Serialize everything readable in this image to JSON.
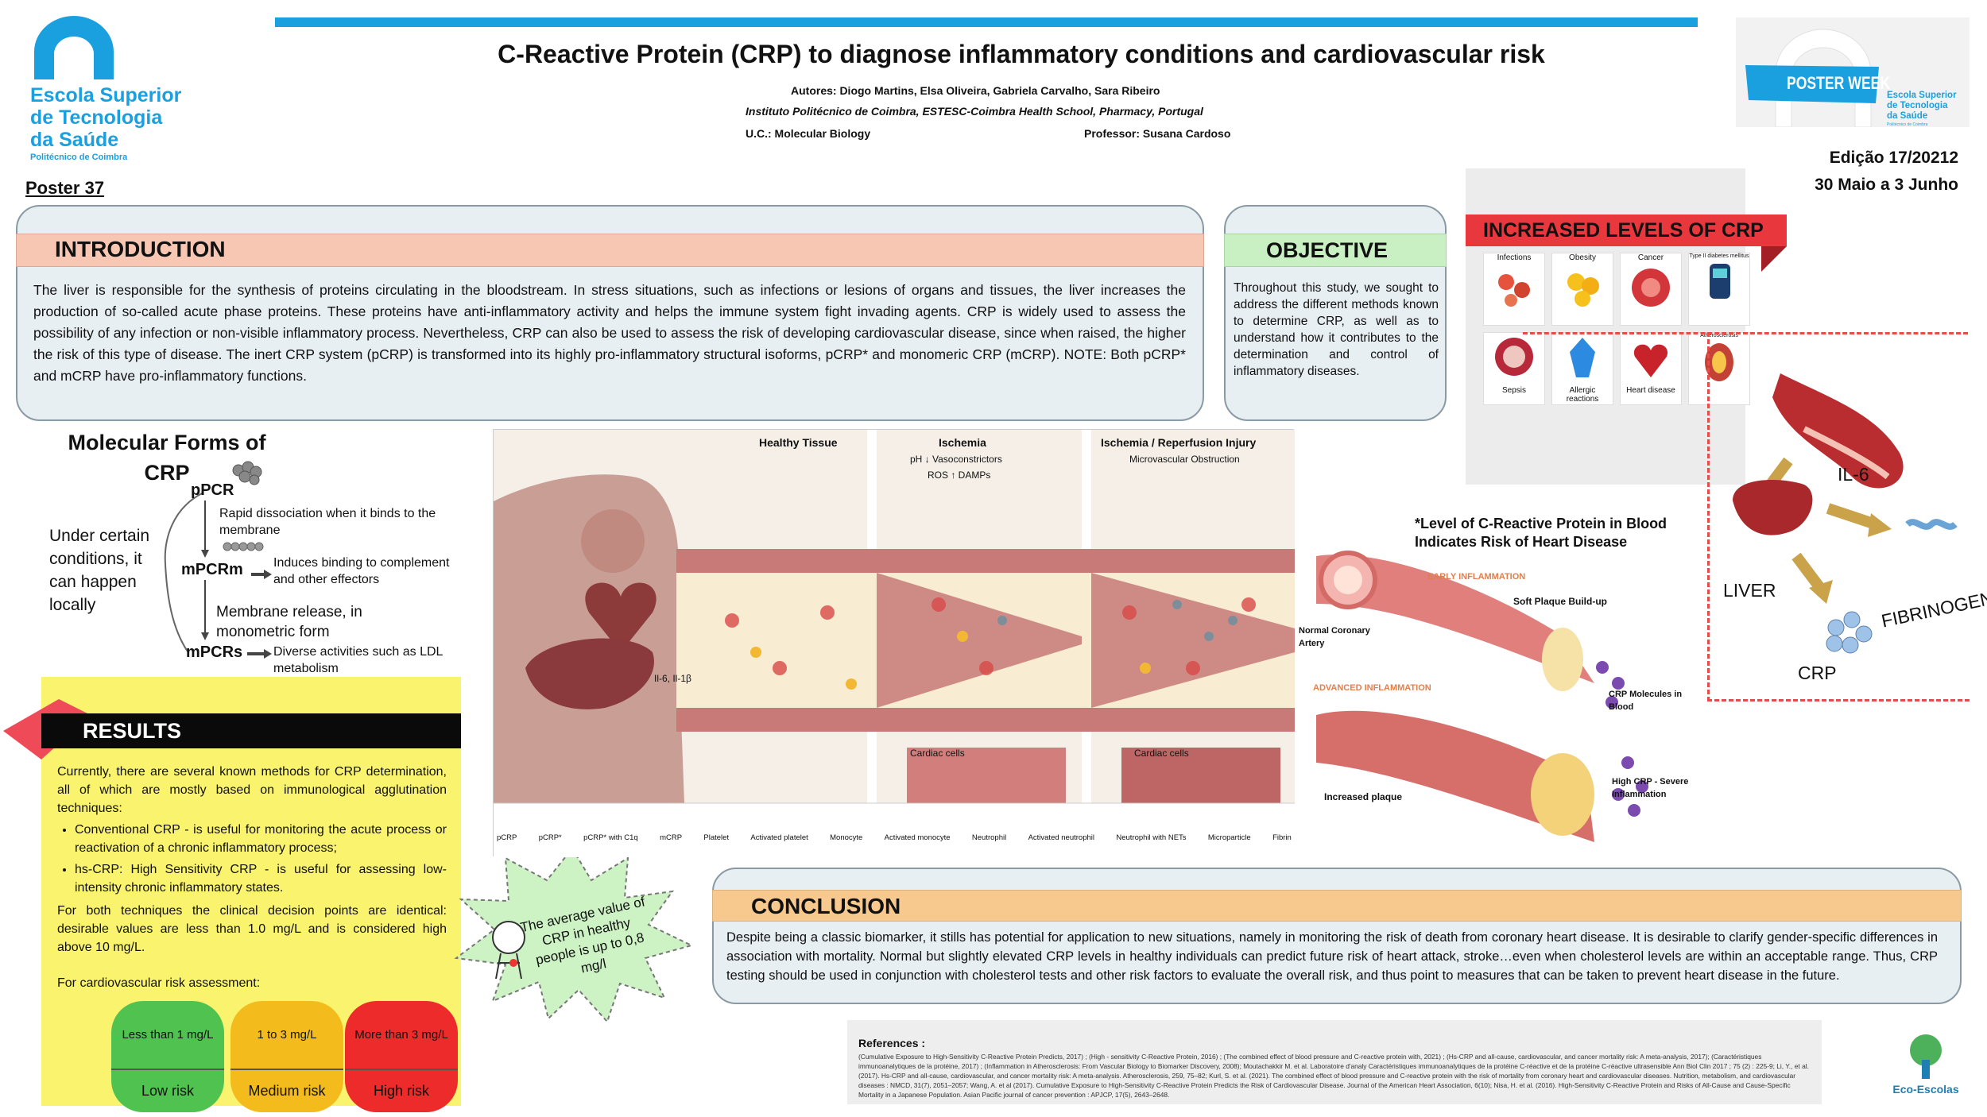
{
  "header": {
    "title": "C-Reactive Protein (CRP) to diagnose inflammatory conditions and cardiovascular risk",
    "authors": "Autores:  Diogo Martins, Elsa Oliveira, Gabriela Carvalho, Sara Ribeiro",
    "institute": "Instituto Politécnico de Coimbra, ESTESC-Coimbra Health School, Pharmacy, Portugal",
    "uc": "U.C.:  Molecular Biology",
    "professor": "Professor: Susana Cardoso",
    "poster_number": "Poster 37",
    "edition": "Edição 17/20212",
    "dates": "30 Maio a 3 Junho"
  },
  "school": {
    "line1": "Escola Superior",
    "line2": "de Tecnologia",
    "line3": "da Saúde",
    "sub": "Politécnico de Coimbra"
  },
  "poster_week": {
    "label": "POSTER WEEK",
    "school1": "Escola Superior",
    "school2": "de Tecnologia",
    "school3": "da Saúde",
    "sub": "Politécnico de Coimbra"
  },
  "introduction": {
    "heading": "INTRODUCTION",
    "text": "The liver is responsible for the synthesis of proteins circulating in the bloodstream. In stress situations, such as infections or lesions of organs and tissues, the liver increases the production of so-called acute phase proteins. These proteins have anti-inflammatory activity and helps the immune system fight invading agents. CRP is widely used to assess the possibility of any infection or non-visible inflammatory process. Nevertheless, CRP can also be used to assess the risk of developing cardiovascular disease, since when raised, the higher the risk of this type of disease. The inert CRP system (pCRP) is transformed into its highly pro-inflammatory structural isoforms, pCRP* and monomeric CRP (mCRP). NOTE: Both pCRP* and mCRP have pro-inflammatory functions."
  },
  "objective": {
    "heading": "OBJECTIVE",
    "text": "Throughout this study, we sought to address the different methods known to determine CRP, as well as to understand how it contributes to the determination and control of inflammatory diseases."
  },
  "molecular_forms": {
    "title": "Molecular Forms of CRP",
    "side_text": "Under certain conditions, it can happen locally",
    "pcrp": "pPCR",
    "mpcrm": "mPCRm",
    "mpcrs": "mPCRs",
    "note1": "Rapid dissociation when it binds to the membrane",
    "note2": "Induces binding to complement and other effectors",
    "note3": "Membrane release, in monometric form",
    "note4": "Diverse activities such as LDL metabolism"
  },
  "results": {
    "heading": "RESULTS",
    "intro": "Currently, there are several known methods for CRP determination, all of which are mostly based on immunological agglutination techniques:",
    "bullets": [
      "Conventional CRP - is useful for monitoring the acute process or reactivation of a chronic inflammatory process;",
      "hs-CRP: High Sensitivity CRP - is useful for assessing low-intensity chronic inflammatory states."
    ],
    "decision": "For both techniques the clinical decision points are identical: desirable values are less than 1.0 mg/L and is considered high above 10 mg/L.",
    "cardio": "For cardiovascular risk assessment:",
    "risk": [
      {
        "range": "Less than 1 mg/L",
        "level": "Low risk",
        "color": "#4fc24f"
      },
      {
        "range": "1 to 3 mg/L",
        "level": "Medium risk",
        "color": "#f3bc1c"
      },
      {
        "range": "More than 3 mg/L",
        "level": "High risk",
        "color": "#ee2b2b"
      }
    ],
    "average_note": "The average value of CRP in healthy people is up to 0,8 mg/l"
  },
  "center_figure": {
    "col1": "Healthy Tissue",
    "col2": "Ischemia",
    "col2_sub1": "pH ↓ Vasoconstrictors",
    "col2_sub2": "ROS ↑ DAMPs",
    "col3": "Ischemia / Reperfusion Injury",
    "col3_sub": "Microvascular Obstruction",
    "cytokines": "Il-6, Il-1β",
    "cardiac1": "Cardiac cells",
    "cardiac2": "Cardiac cells",
    "legend": [
      "pCRP",
      "pCRP*",
      "pCRP* with C1q",
      "mCRP",
      "Platelet",
      "Activated platelet",
      "Monocyte",
      "Activated monocyte",
      "Neutrophil",
      "Activated neutrophil",
      "Neutrophil with NETs",
      "Microparticle",
      "Fibrin"
    ]
  },
  "increased_levels": {
    "heading": "INCREASED LEVELS OF CRP",
    "tiles": [
      "Infections",
      "Obesity",
      "Cancer",
      "Type II diabetes mellitus",
      "Sepsis",
      "Allergic reactions",
      "Heart disease",
      "Atherosclerosis"
    ]
  },
  "cycle": {
    "il6": "IL-6",
    "liver": "LIVER",
    "fibrinogen": "FIBRINOGEN",
    "crp": "CRP"
  },
  "heart_disease": {
    "title": "*Level of C-Reactive Protein in Blood Indicates Risk of Heart Disease",
    "early": "EARLY INFLAMMATION",
    "soft_plaque": "Soft Plaque Build-up",
    "normal": "Normal Coronary Artery",
    "crp_molecules": "CRP Molecules in Blood",
    "advanced": "ADVANCED INFLAMMATION",
    "high_crp": "High CRP - Severe Inflammation",
    "increased_plaque": "Increased plaque"
  },
  "conclusion": {
    "heading": "CONCLUSION",
    "text": "Despite being a classic biomarker, it stills has potential for application to new situations, namely in monitoring the risk of death from coronary heart disease. It is desirable to clarify gender-specific differences in association with mortality. Normal but slightly elevated CRP levels in healthy individuals can predict future risk of heart attack, stroke…even when cholesterol levels are within an acceptable range. Thus, CRP testing should be used in conjunction with cholesterol tests and other risk factors to evaluate the overall risk, and thus point to measures that can be taken to prevent heart disease in the future."
  },
  "references": {
    "heading": "References :",
    "text": "(Cumulative Exposure to High-Sensitivity C-Reactive Protein Predicts, 2017) ; (High - sensitivity C-Reactive Protein, 2016) ; (The combined effect of blood pressure and C-reactive protein with, 2021) ; (Hs-CRP and all-cause, cardiovascular, and cancer mortality risk: A meta-analysis, 2017); (Caractéristiques immunoanalytiques de la protéine, 2017) ; (Inflammation in Atherosclerosis: From Vascular Biology to Biomarker Discovery, 2008); Moutachakkir M. et al. Laboratoire d'analy Caractéristiques immunoanalytiques de la protéine C-réactive et de la protéine C-réactive ultrasensible Ann Biol Clin 2017 ; 75 (2) : 225-9; Li, Y., et al. (2017). Hs-CRP and all-cause, cardiovascular, and cancer mortality risk: A meta-analysis. Atherosclerosis, 259, 75–82; Kurl, S. et al. (2021). The combined effect of blood pressure and C-reactive protein with the risk of mortality from coronary heart and cardiovascular diseases. Nutrition, metabolism, and cardiovascular diseases : NMCD, 31(7), 2051–2057; Wang, A. et al (2017). Cumulative Exposure to High-Sensitivity C-Reactive Protein Predicts the Risk of Cardiovascular Disease. Journal of the American Heart Association, 6(10); Nisa, H. et al. (2016). High-Sensitivity C-Reactive Protein and Risks of All-Cause and Cause-Specific Mortality in a Japanese Population. Asian Pacific journal of cancer prevention : APJCP, 17(5), 2643–2648."
  },
  "eco": "Eco-Escolas"
}
